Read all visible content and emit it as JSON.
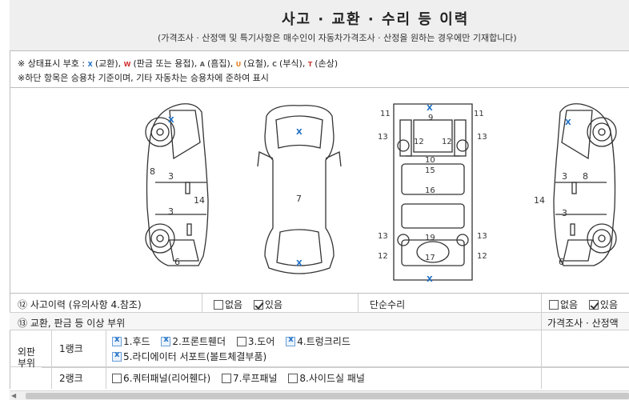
{
  "header": {
    "title": "사고 · 교환 · 수리 등 이력",
    "subtitle": "(가격조사 · 산정액 및 특기사항은 매수인이 자동차가격조사 · 산정을 원하는 경우에만 기재합니다)"
  },
  "legend": {
    "line1_prefix": "※ 상태표시 부호 :",
    "items": [
      {
        "sym": "X",
        "text": "(교환),"
      },
      {
        "sym": "W",
        "text": "(판금 또는 용접),"
      },
      {
        "sym": "A",
        "text": "(흠집),"
      },
      {
        "sym": "U",
        "text": "(요철),"
      },
      {
        "sym": "C",
        "text": "(부식),"
      },
      {
        "sym": "T",
        "text": "(손상)"
      }
    ],
    "line2": "※하단 항목은 승용차 기준이며, 기타 자동차는 승용차에 준하여 표시"
  },
  "diagram_labels": {
    "left_side": [
      "8",
      "3",
      "3",
      "14",
      "6"
    ],
    "front": [
      "7"
    ],
    "underbody": [
      "11",
      "11",
      "9",
      "13",
      "13",
      "12",
      "12",
      "10",
      "15",
      "16",
      "13",
      "19",
      "13",
      "12",
      "17",
      "12"
    ],
    "right_side": [
      "3",
      "8",
      "3",
      "14",
      "6"
    ]
  },
  "rows": {
    "accident": {
      "label": "⑫ 사고이력 (유의사항 4.참조)",
      "options": [
        {
          "label": "없음",
          "checked": false
        },
        {
          "label": "있음",
          "checked": true
        }
      ],
      "simple_repair_label": "단순수리",
      "simple_options": [
        {
          "label": "없음",
          "checked": false
        },
        {
          "label": "있음",
          "checked": true
        }
      ]
    },
    "exchange": {
      "label": "⑬ 교환, 판금 등 이상 부위",
      "price_label": "가격조사 · 산정액"
    },
    "outer_panel": {
      "label": "외판\n부위",
      "rank1": {
        "label": "1랭크",
        "items": [
          {
            "label": "1.후드",
            "mark": "X"
          },
          {
            "label": "2.프론트휀더",
            "mark": "X"
          },
          {
            "label": "3.도어",
            "mark": ""
          },
          {
            "label": "4.트렁크리드",
            "mark": "X"
          },
          {
            "label": "5.라디에이터 서포트(볼트체결부품)",
            "mark": "X"
          }
        ]
      },
      "rank2": {
        "label": "2랭크",
        "items": [
          {
            "label": "6.쿼터패널(리어휀다)",
            "mark": ""
          },
          {
            "label": "7.루프패널",
            "mark": ""
          },
          {
            "label": "8.사이드실 패널",
            "mark": ""
          }
        ]
      }
    }
  },
  "colors": {
    "exchange_mark": "#1e6fc5",
    "header_bg": "#efefef",
    "line": "#bdbdbd"
  }
}
